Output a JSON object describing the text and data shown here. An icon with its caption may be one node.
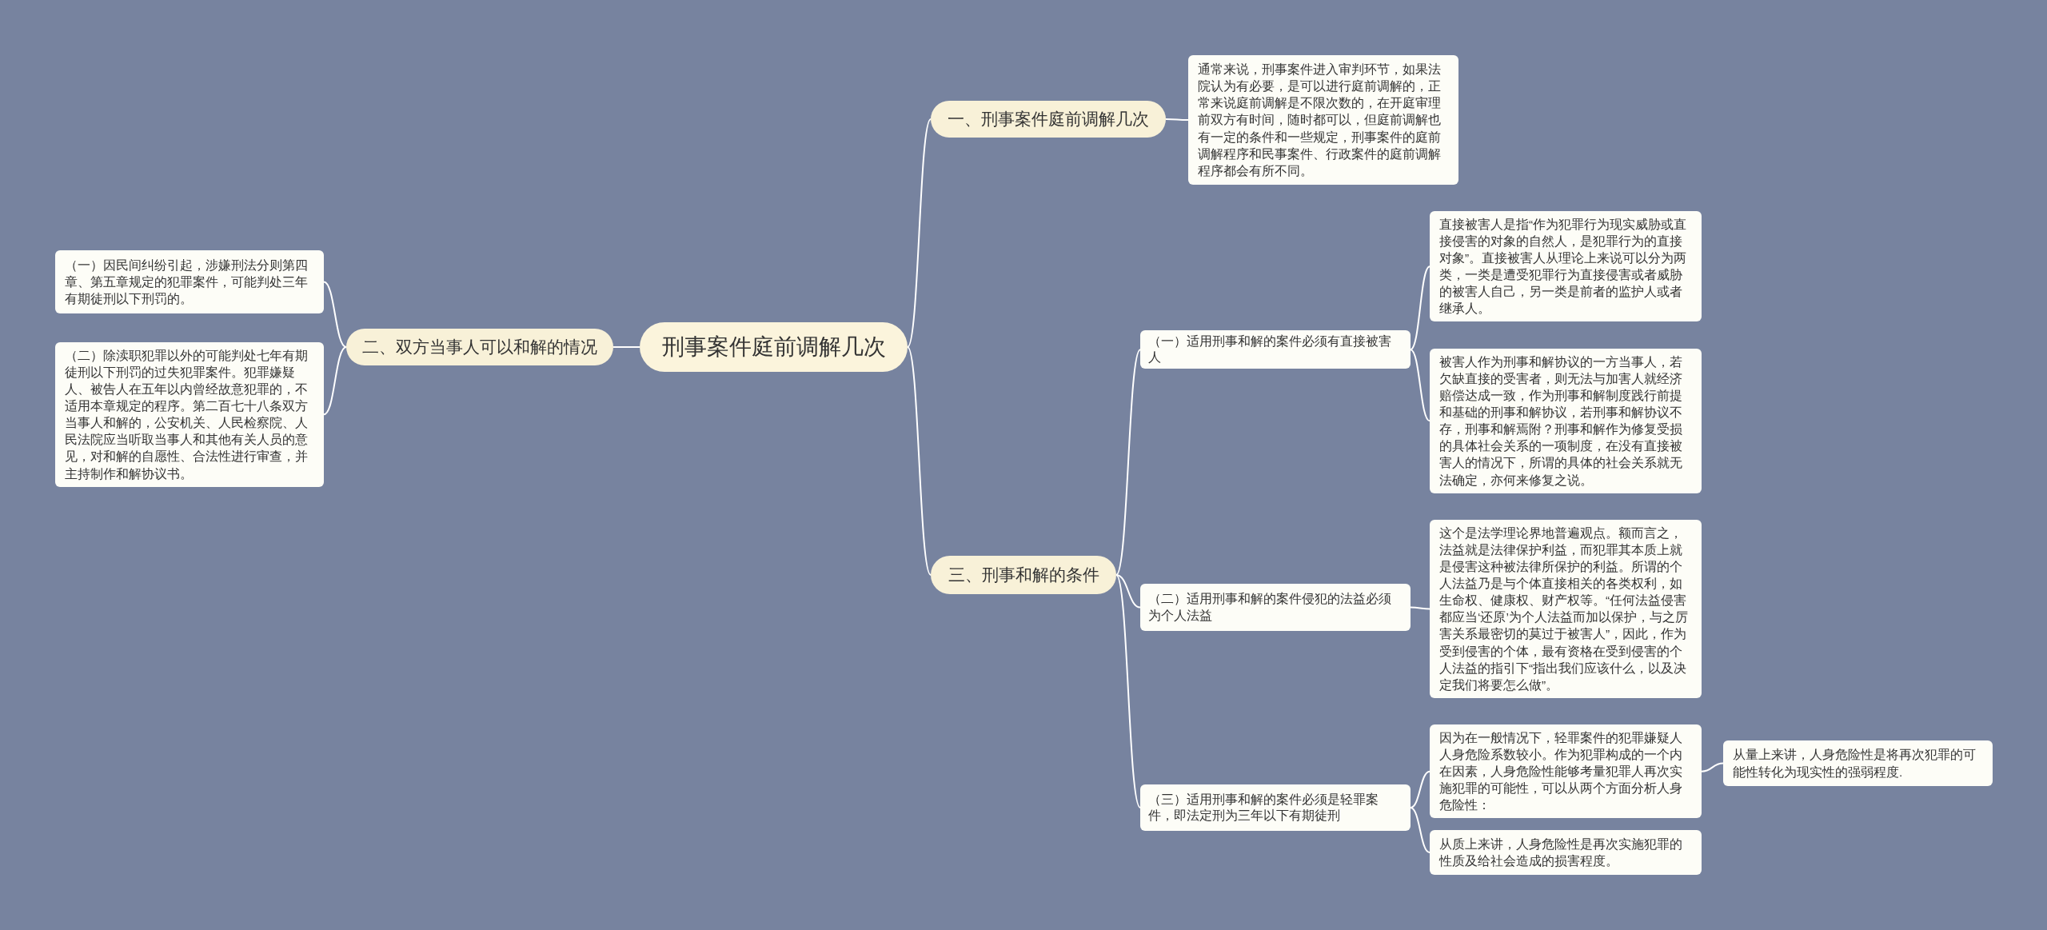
{
  "diagram": {
    "nodes": [
      {
        "text": [
          "刑事案件庭前调解几次"
        ]
      },
      {
        "text": [
          "一、刑事案件庭前调解几次"
        ]
      },
      {
        "text": [
          "通常来说，刑事案件进入审判环节，如果法院认为有必要，是可以进行庭前调解的，正常来说庭前调解是不限次数的，在开庭审理前双方有时间，随时都可以，但庭前调解也有一定的条件和一些规定，刑事案件的庭前调解程序和民事案件、行政案件的庭前调解程序都会有所不同。"
        ]
      },
      {
        "text": [
          "二、双方当事人可以和解的情况"
        ]
      },
      {
        "text": [
          "（一）因民间纠纷引起，涉嫌刑法分则第四章、第五章规定的犯罪案件，可能判处三年有期徒刑以下刑罚的。"
        ]
      },
      {
        "text": [
          "（二）除渎职犯罪以外的可能判处七年有期徒刑以下刑罚的过失犯罪案件。犯罪嫌疑人、被告人在五年以内曾经故意犯罪的，不适用本章规定的程序。第二百七十八条双方当事人和解的，公安机关、人民检察院、人民法院应当听取当事人和其他有关人员的意见，对和解的自愿性、合法性进行审查，并主持制作和解协议书。"
        ]
      },
      {
        "text": [
          "三、刑事和解的条件"
        ]
      },
      {
        "text": [
          "（一）适用刑事和解的案件必须有直接被害人"
        ]
      },
      {
        "text": [
          "直接被害人是指“作为犯罪行为现实威胁或直接侵害的对象的自然人，是犯罪行为的直接对象”。直接被害人从理论上来说可以分为两类，一类是遭受犯罪行为直接侵害或者威胁的被害人自己，另一类是前者的监护人或者继承人。"
        ]
      },
      {
        "text": [
          "被害人作为刑事和解协议的一方当事人，若欠缺直接的受害者，则无法与加害人就经济赔偿达成一致，作为刑事和解制度践行前提和基础的刑事和解协议，若刑事和解协议不存，刑事和解焉附？刑事和解作为修复受损的具体社会关系的一项制度，在没有直接被害人的情况下，所谓的具体的社会关系就无法确定，亦何来修复之说。"
        ]
      },
      {
        "text": [
          "（二）适用刑事和解的案件侵犯的法益必须为个人法益"
        ]
      },
      {
        "text": [
          "这个是法学理论界地普遍观点。额而言之，法益就是法律保护利益，而犯罪其本质上就是侵害这种被法律所保护的利益。所谓的个人法益乃是与个体直接相关的各类权利，如生命权、健康权、财产权等。“任何法益侵害都应当‘还原’为个人法益而加以保护，与之厉害关系最密切的莫过于被害人”，因此，作为受到侵害的个体，最有资格在受到侵害的个人法益的指引下“指出我们应该什么，以及决定我们将要怎么做”。"
        ]
      },
      {
        "text": [
          "（三）适用刑事和解的案件必须是轻罪案件，即法定刑为三年以下有期徒刑"
        ]
      },
      {
        "text": [
          "因为在一般情况下，轻罪案件的犯罪嫌疑人人身危险系数较小。作为犯罪构成的一个内在因素，人身危险性能够考量犯罪人再次实施犯罪的可能性，可以从两个方面分析人身危险性："
        ]
      },
      {
        "text": [
          "从量上来讲，人身危险性是将再次犯罪的可能性转化为现实性的强弱程度."
        ]
      },
      {
        "text": [
          "从质上来讲，人身危险性是再次实施犯罪的性质及给社会造成的损害程度。"
        ]
      }
    ],
    "edges": [
      {
        "from": 0,
        "to": 1,
        "arrow": "none"
      },
      {
        "from": 0,
        "to": 3,
        "arrow": "none"
      },
      {
        "from": 0,
        "to": 6,
        "arrow": "none"
      },
      {
        "from": 1,
        "to": 2,
        "arrow": "none"
      },
      {
        "from": 3,
        "to": 4,
        "arrow": "none"
      },
      {
        "from": 3,
        "to": 5,
        "arrow": "none"
      },
      {
        "from": 6,
        "to": 7,
        "arrow": "none"
      },
      {
        "from": 6,
        "to": 10,
        "arrow": "none"
      },
      {
        "from": 6,
        "to": 12,
        "arrow": "none"
      },
      {
        "from": 7,
        "to": 8,
        "arrow": "none"
      },
      {
        "from": 7,
        "to": 9,
        "arrow": "none"
      },
      {
        "from": 10,
        "to": 11,
        "arrow": "none"
      },
      {
        "from": 12,
        "to": 13,
        "arrow": "none"
      },
      {
        "from": 12,
        "to": 15,
        "arrow": "none"
      },
      {
        "from": 13,
        "to": 14,
        "arrow": "none"
      }
    ]
  }
}
